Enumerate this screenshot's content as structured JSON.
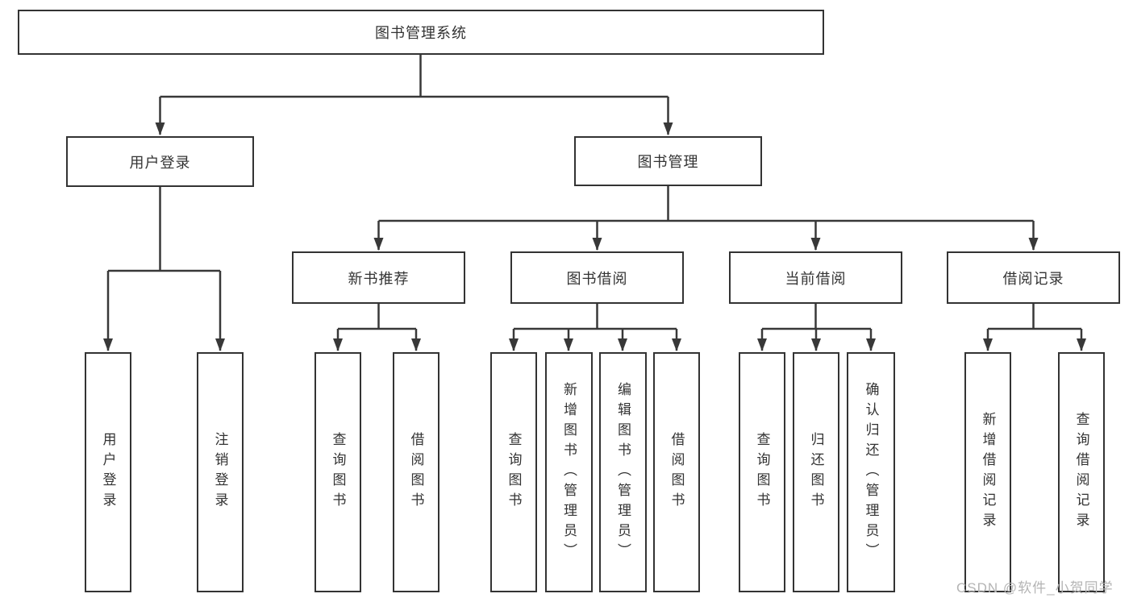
{
  "diagram": {
    "root": {
      "label": "图书管理系统"
    },
    "branches": [
      {
        "label": "用户登录",
        "children": [
          {
            "label": "用户登录"
          },
          {
            "label": "注销登录"
          }
        ]
      },
      {
        "label": "图书管理",
        "children": [
          {
            "label": "新书推荐",
            "children": [
              {
                "label": "查询图书"
              },
              {
                "label": "借阅图书"
              }
            ]
          },
          {
            "label": "图书借阅",
            "children": [
              {
                "label": "查询图书"
              },
              {
                "label": "新增图书（管理员）"
              },
              {
                "label": "编辑图书（管理员）"
              },
              {
                "label": "借阅图书"
              }
            ]
          },
          {
            "label": "当前借阅",
            "children": [
              {
                "label": "查询图书"
              },
              {
                "label": "归还图书"
              },
              {
                "label": "确认归还（管理员）"
              }
            ]
          },
          {
            "label": "借阅记录",
            "children": [
              {
                "label": "新增借阅记录"
              },
              {
                "label": "查询借阅记录"
              }
            ]
          }
        ]
      }
    ],
    "colors": {
      "line": "#383838",
      "border": "#333333",
      "text": "#333333",
      "watermark": "#b4b4b4",
      "background": "#ffffff"
    },
    "watermark": "CSDN @软件_小贺同学"
  }
}
